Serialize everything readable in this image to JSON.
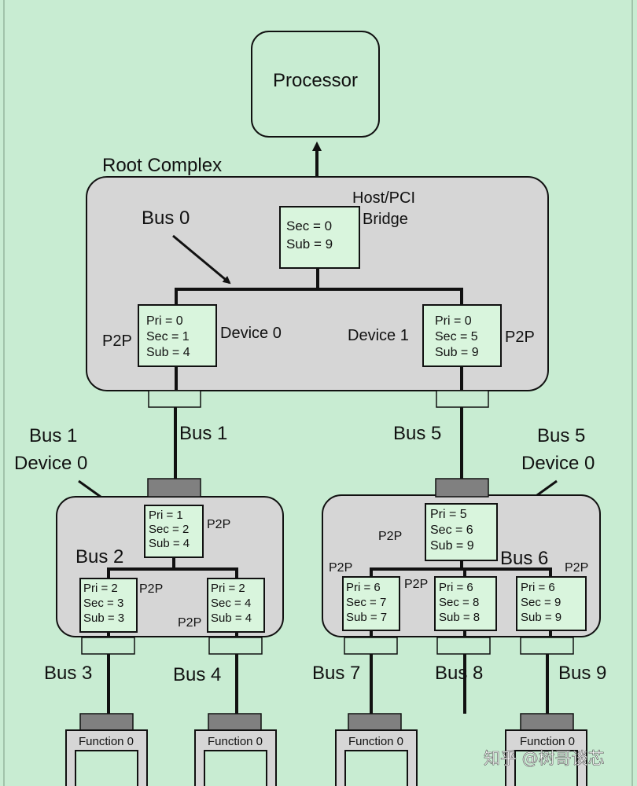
{
  "processor": {
    "label": "Processor"
  },
  "root_complex": {
    "label": "Root Complex"
  },
  "host_bridge": {
    "label_line1": "Host/PCI",
    "label_line2": "Bridge",
    "sec": "Sec = 0",
    "sub": "Sub = 9"
  },
  "bus0_label": "Bus 0",
  "root_dev0": {
    "p2p": "P2P",
    "pri": "Pri = 0",
    "sec": "Sec = 1",
    "sub": "Sub = 4",
    "device": "Device 0"
  },
  "root_dev1": {
    "p2p": "P2P",
    "pri": "Pri = 0",
    "sec": "Sec = 5",
    "sub": "Sub = 9",
    "device": "Device 1"
  },
  "bus1": {
    "label": "Bus 1",
    "callout_line1": "Bus 1",
    "callout_line2": "Device 0"
  },
  "bus5": {
    "label": "Bus 5",
    "callout_line1": "Bus 5",
    "callout_line2": "Device 0"
  },
  "switch_left": {
    "upstream": {
      "pri": "Pri = 1",
      "sec": "Sec = 2",
      "sub": "Sub = 4",
      "p2p": "P2P"
    },
    "bus_label": "Bus 2",
    "down1": {
      "pri": "Pri = 2",
      "sec": "Sec = 3",
      "sub": "Sub = 3",
      "p2p": "P2P"
    },
    "down2": {
      "pri": "Pri = 2",
      "sec": "Sec = 4",
      "sub": "Sub = 4",
      "p2p": "P2P"
    }
  },
  "switch_right": {
    "upstream": {
      "pri": "Pri = 5",
      "sec": "Sec = 6",
      "sub": "Sub = 9",
      "p2p": "P2P"
    },
    "bus_label": "Bus 6",
    "down1": {
      "pri": "Pri = 6",
      "sec": "Sec = 7",
      "sub": "Sub = 7",
      "p2p": "P2P"
    },
    "down2": {
      "pri": "Pri = 6",
      "sec": "Sec = 8",
      "sub": "Sub = 8",
      "p2p": "P2P"
    },
    "down3": {
      "pri": "Pri = 6",
      "sec": "Sec = 9",
      "sub": "Sub = 9",
      "p2p": "P2P"
    }
  },
  "bottom_buses": [
    "Bus 3",
    "Bus 4",
    "Bus 7",
    "Bus 8",
    "Bus 9"
  ],
  "functions": [
    "Function 0",
    "Function 0",
    "Function 0",
    "Function 0"
  ],
  "watermark": "知乎 @树哥谈芯",
  "colors": {
    "background": "#c8ecd2",
    "complex_fill": "#d6d6d6",
    "register_fill": "#d9f5dd",
    "connector_fill": "#808080"
  }
}
